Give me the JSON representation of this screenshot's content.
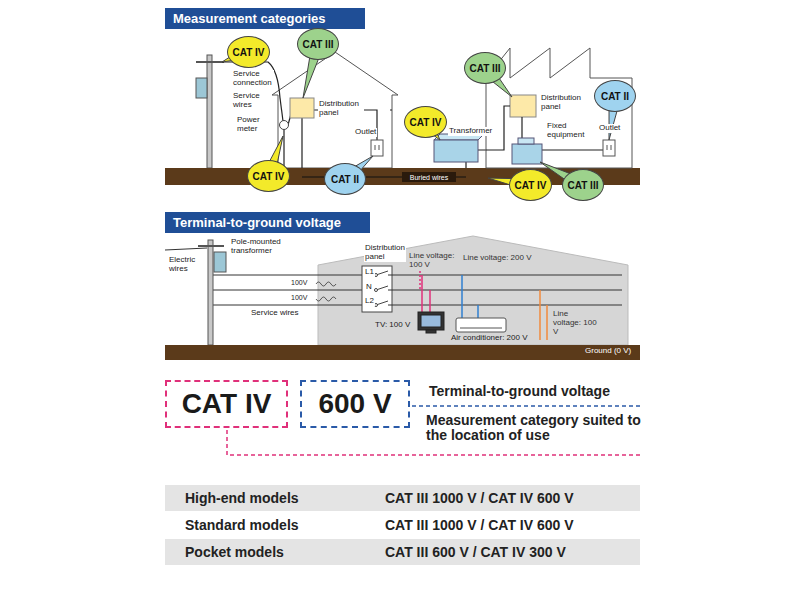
{
  "diagram": {
    "nodes": [
      {
        "text": [
          "Measurement categories"
        ]
      },
      {
        "text": [
          "CAT IV"
        ]
      },
      {
        "text": [
          "CAT III"
        ]
      },
      {
        "text": [
          "CAT IV"
        ]
      },
      {
        "text": [
          "CAT II"
        ]
      },
      {
        "text": [
          "Buried wires"
        ]
      },
      {
        "text": [
          "CAT IV"
        ]
      },
      {
        "text": [
          "CAT III"
        ]
      },
      {
        "text": [
          "CAT II"
        ]
      },
      {
        "text": [
          "CAT IV"
        ]
      },
      {
        "text": [
          "CAT III"
        ]
      },
      {
        "text": [
          "Terminal-to-ground voltage"
        ]
      },
      {
        "text": [
          "CAT IV"
        ]
      },
      {
        "text": [
          "600 V"
        ]
      },
      {
        "text": [
          "High-end models",
          "CAT III 1000 V / CAT IV 600 V"
        ]
      },
      {
        "text": [
          "Standard models",
          "CAT III 1000 V / CAT IV 600 V"
        ]
      },
      {
        "text": [
          "Pocket models",
          "CAT III 600 V / CAT IV 300 V"
        ]
      }
    ],
    "labels": [
      "Service connection",
      "Service wires",
      "Power meter",
      "Distribution panel",
      "Outlet",
      "Transformer",
      "Distribution panel",
      "Fixed equipment",
      "Outlet",
      "Electric wires",
      "Pole-mounted transformer",
      "100V",
      "100V",
      "Service wires",
      "Distribution panel",
      "L1",
      "N",
      "L2",
      "Line voltage: 100 V",
      "Line voltage: 200 V",
      "Line voltage: 100 V",
      "TV: 100 V",
      "Air conditioner: 200 V",
      "Ground (0 V)",
      "Terminal-to-ground voltage",
      "Measurement category suited to the location of use"
    ]
  }
}
